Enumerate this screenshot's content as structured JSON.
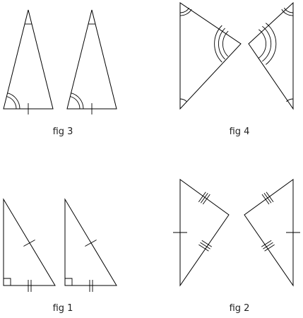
{
  "figures": {
    "fig3": {
      "label": "fig 3"
    },
    "fig4": {
      "label": "fig 4"
    },
    "fig1": {
      "label": "fig 1"
    },
    "fig2": {
      "label": "fig 2"
    }
  },
  "colors": {
    "stroke": "#000000",
    "label": "#222222",
    "background": "#ffffff"
  }
}
